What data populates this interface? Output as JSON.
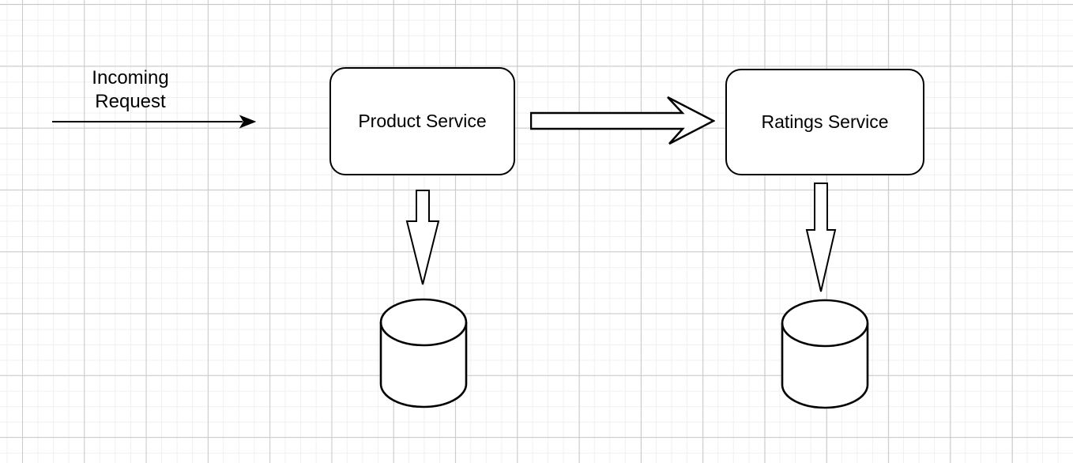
{
  "diagram": {
    "incoming_label": {
      "line1": "Incoming",
      "line2": "Request"
    },
    "nodes": [
      {
        "label": "Product Service"
      },
      {
        "label": "Ratings Service"
      }
    ],
    "connectors": [
      {
        "name": "incoming-request-arrow",
        "type": "solid-line-arrow",
        "direction": "right",
        "from": "outside",
        "to": "Product Service"
      },
      {
        "name": "product-to-ratings-arrow",
        "type": "outlined-block-arrow",
        "direction": "right",
        "from": "Product Service",
        "to": "Ratings Service"
      },
      {
        "name": "product-to-db-arrow",
        "type": "outlined-block-arrow",
        "direction": "down",
        "from": "Product Service",
        "to": "product-database"
      },
      {
        "name": "ratings-to-db-arrow",
        "type": "outlined-block-arrow",
        "direction": "down",
        "from": "Ratings Service",
        "to": "ratings-database"
      }
    ],
    "databases": [
      {
        "name": "product-database",
        "shape": "cylinder"
      },
      {
        "name": "ratings-database",
        "shape": "cylinder"
      }
    ],
    "colors": {
      "stroke": "#000000",
      "shape_fill": "#ffffff",
      "text": "#000000",
      "background": "#ffffff",
      "grid_minor": "#f0f0f0",
      "grid_major": "#c9c9c9"
    }
  }
}
